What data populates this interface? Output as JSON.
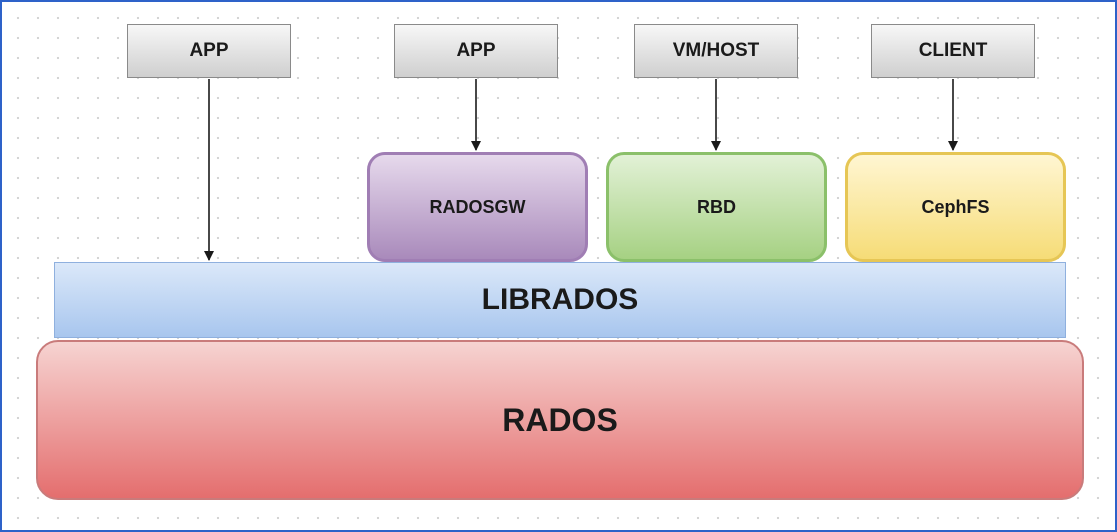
{
  "clients": [
    {
      "label": "APP"
    },
    {
      "label": "APP"
    },
    {
      "label": "VM/HOST"
    },
    {
      "label": "CLIENT"
    }
  ],
  "services": [
    {
      "label": "RADOSGW",
      "color": "#a98abb"
    },
    {
      "label": "RBD",
      "color": "#a6d183"
    },
    {
      "label": "CephFS",
      "color": "#f6dc77"
    }
  ],
  "librados": {
    "label": "LIBRADOS",
    "color": "#a8c6ee"
  },
  "rados": {
    "label": "RADOS",
    "color": "#e46e6e"
  },
  "arrow_color": "#1a1a1a",
  "frame_color": "#2e62c9"
}
